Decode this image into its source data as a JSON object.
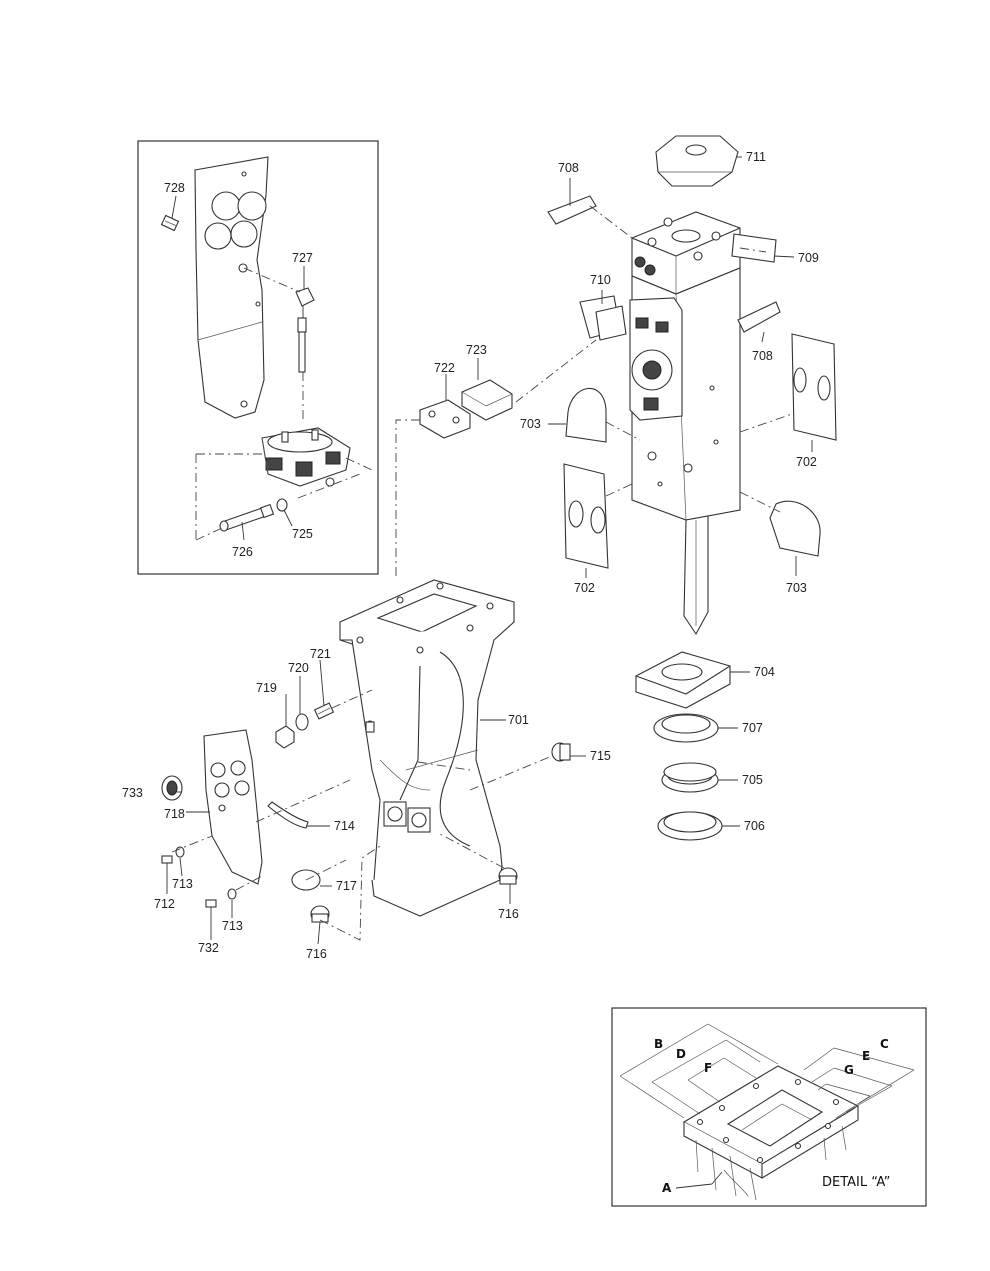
{
  "diagram": {
    "labels": {
      "p701": "701",
      "p702a": "702",
      "p702b": "702",
      "p703a": "703",
      "p703b": "703",
      "p704": "704",
      "p705": "705",
      "p706": "706",
      "p707": "707",
      "p708a": "708",
      "p708b": "708",
      "p709": "709",
      "p710": "710",
      "p711": "711",
      "p712": "712",
      "p713a": "713",
      "p713b": "713",
      "p714": "714",
      "p715": "715",
      "p716a": "716",
      "p716b": "716",
      "p717": "717",
      "p718": "718",
      "p719": "719",
      "p720": "720",
      "p721": "721",
      "p722": "722",
      "p723": "723",
      "p725": "725",
      "p726": "726",
      "p727": "727",
      "p728": "728",
      "p732": "732",
      "p733": "733"
    },
    "detail": {
      "title": "DETAIL “A”",
      "dims": {
        "A": "A",
        "B": "B",
        "C": "C",
        "D": "D",
        "E": "E",
        "F": "F",
        "G": "G"
      }
    }
  }
}
